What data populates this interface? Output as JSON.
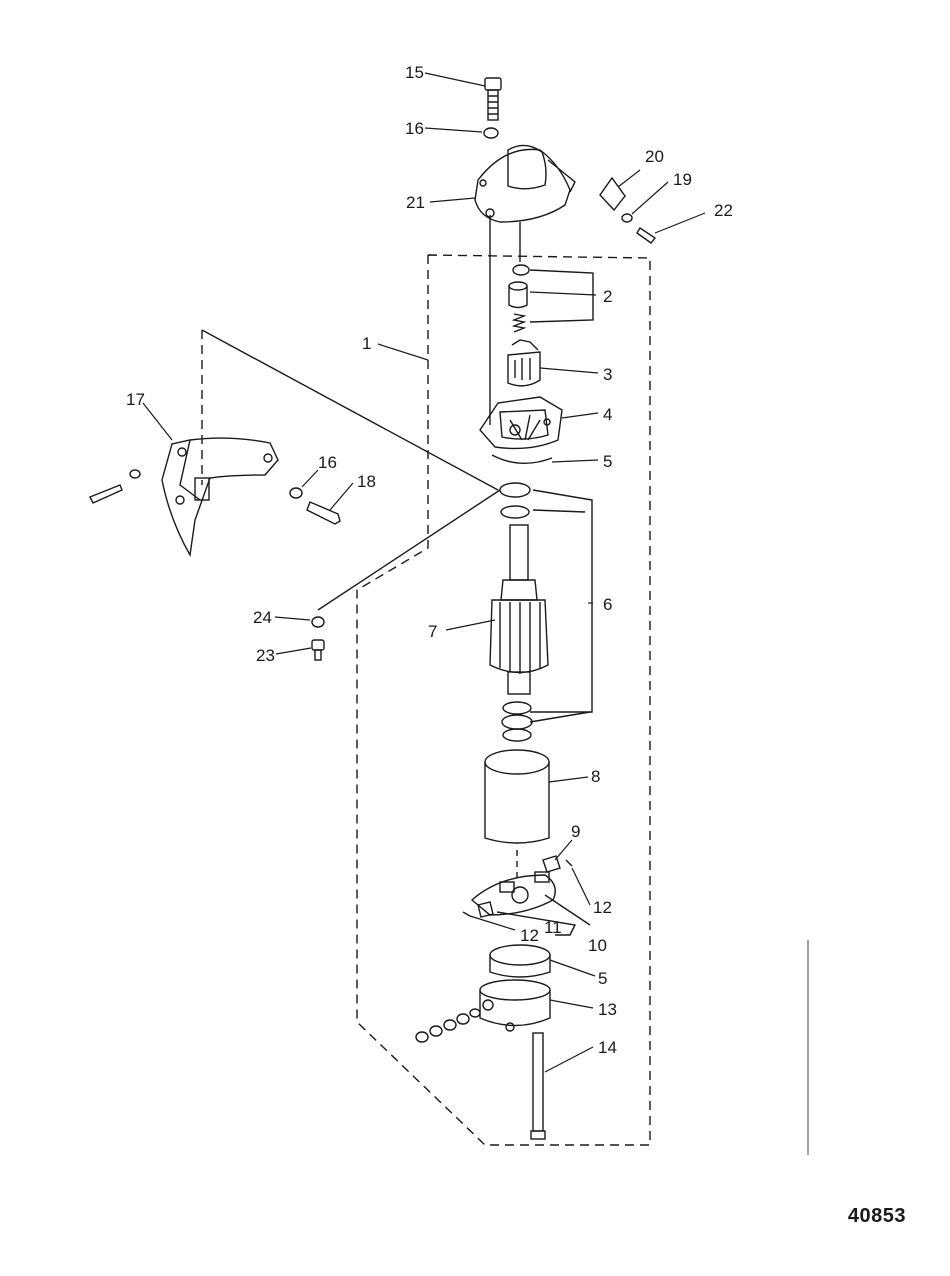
{
  "diagram": {
    "reference_number": "40853",
    "callouts": [
      "15",
      "16",
      "21",
      "20",
      "19",
      "22",
      "2",
      "1",
      "3",
      "4",
      "5",
      "17",
      "16",
      "18",
      "6",
      "24",
      "7",
      "23",
      "8",
      "9",
      "12",
      "11",
      "12",
      "10",
      "5",
      "13",
      "14"
    ]
  }
}
